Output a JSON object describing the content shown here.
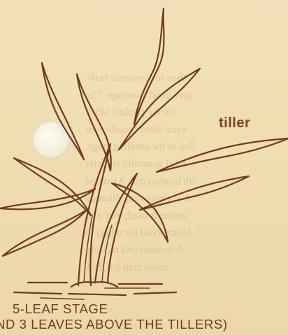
{
  "labels": {
    "tiller": "tiller",
    "stage_title": "5-LEAF STAGE",
    "stage_subtitle": "ND 3 LEAVES ABOVE THE TILLERS)"
  },
  "bleed_through_lines": [
    "than for systemic herb-",
    "give good coverage. The",
    "on the product label.",
    "veral other broadleaves",
    "lled in the seedling stage.",
    "ntrol generally is better",
    "ith bromoxynil. As stated",
    "A is suggested, although",
    "amine is used, mix it in",
    "bromoxynil (or other) to",
    "A-bromoxynil mixture",
    "more than 0.4 lb/A"
  ],
  "colors": {
    "paper": "#f0deb3",
    "ink": "#6e3a22",
    "label_ink": "#7a3f24",
    "bleed_ink": "#8a7a6a"
  }
}
